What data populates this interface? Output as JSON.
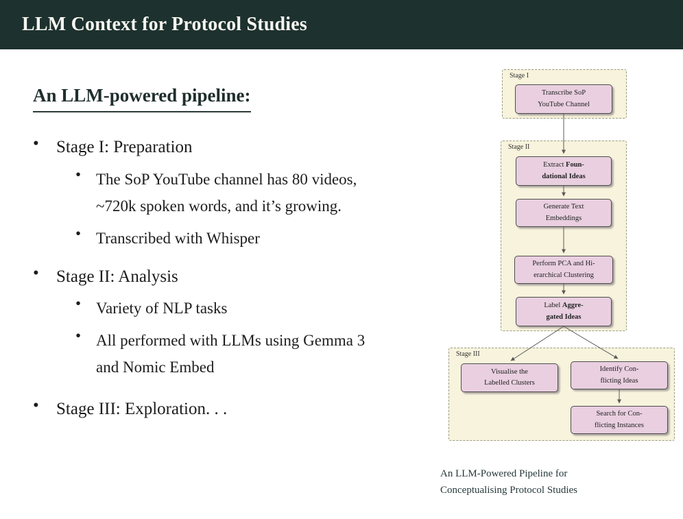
{
  "header": {
    "title": "LLM Context for Protocol Studies"
  },
  "ui": {
    "bullet": "•"
  },
  "content": {
    "heading": "An LLM-powered pipeline:",
    "bullets": [
      {
        "text": "Stage I: Preparation"
      },
      {
        "text": "The SoP YouTube channel has 80 videos, ~720k spoken words, and it’s growing."
      },
      {
        "text": "Transcribed with Whisper"
      },
      {
        "text": "Stage II: Analysis"
      },
      {
        "text": "Variety of NLP tasks"
      },
      {
        "text": "All performed with LLMs using Gemma 3 and Nomic Embed"
      },
      {
        "text": "Stage III: Exploration. . ."
      }
    ]
  },
  "diagram": {
    "stage1": {
      "label": "Stage I",
      "transcribe": {
        "line1": "Transcribe SoP",
        "line2": "YouTube Channel"
      }
    },
    "stage2": {
      "label": "Stage II",
      "extract": {
        "normal": "Extract ",
        "bold1": "Foun-",
        "bold2": "dational Ideas"
      },
      "embed": {
        "line1": "Generate Text",
        "line2": "Embeddings"
      },
      "pca": {
        "line1": "Perform PCA and Hi-",
        "line2": "erarchical Clustering"
      },
      "aggregate": {
        "normal": "Label ",
        "bold1": "Aggre-",
        "bold2": "gated Ideas"
      }
    },
    "stage3": {
      "label": "Stage III",
      "visualise": {
        "line1": "Visualise the",
        "line2": "Labelled Clusters"
      },
      "identify": {
        "line1": "Identify Con-",
        "line2": "flicting Ideas"
      },
      "search": {
        "line1": "Search for Con-",
        "line2": "flicting Instances"
      }
    },
    "caption": {
      "line1": "An LLM-Powered Pipeline for",
      "line2": "Conceptualising Protocol Studies"
    }
  }
}
